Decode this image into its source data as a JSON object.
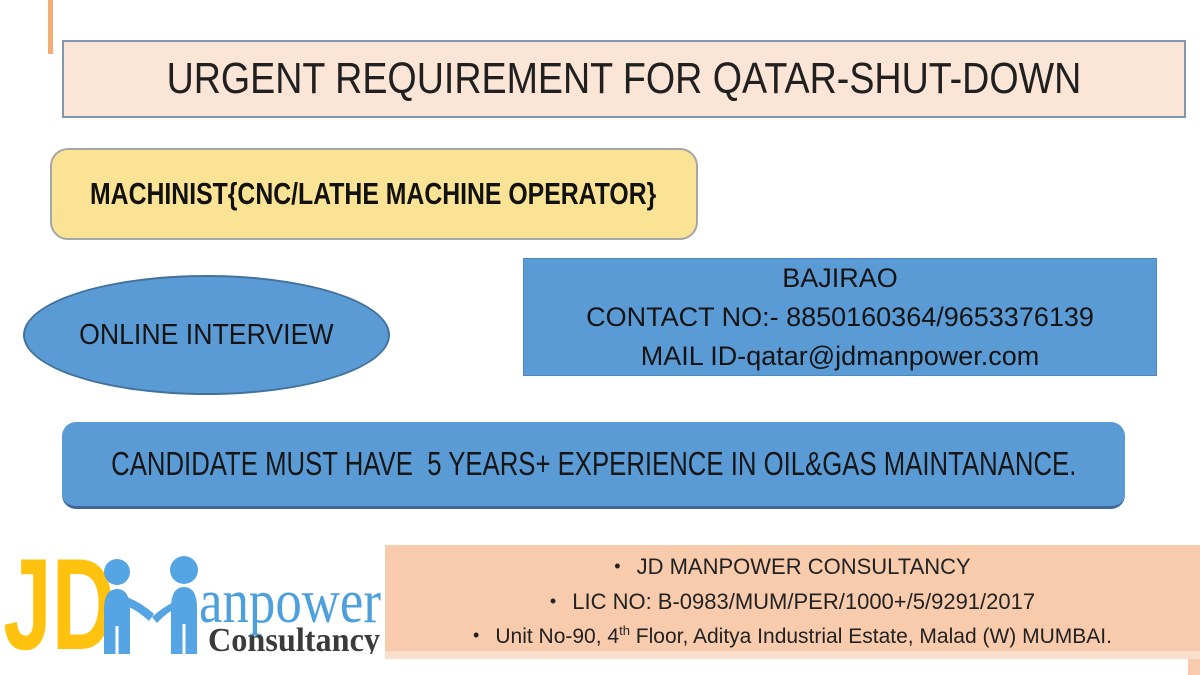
{
  "colors": {
    "peach-light": "#FBE5D6",
    "peach-dark": "#F8CBAD",
    "peach-shadow": "#FAE0CC",
    "accent-orange": "#F2AC76",
    "yellow": "#FAE394",
    "yellow-border": "#A6A6A6",
    "blue": "#5B9BD5",
    "blue-border": "#41719C",
    "header-border": "#8497B0",
    "text-dark": "#1F1F1F",
    "logo-gold": "#FFC20E",
    "logo-blue": "#55A4E4",
    "logo-text-blue": "#4EA0DD",
    "logo-text-dark": "#3B3B3B"
  },
  "header": {
    "title": "URGENT REQUIREMENT FOR QATAR-SHUT-DOWN"
  },
  "job": {
    "label": "MACHINIST{CNC/LATHE MACHINE OPERATOR}"
  },
  "interview": {
    "label": "ONLINE INTERVIEW"
  },
  "contact": {
    "name": "BAJIRAO",
    "phone": "CONTACT NO:- 8850160364/9653376139",
    "email": "MAIL ID-qatar@jdmanpower.com"
  },
  "requirement": {
    "text": "CANDIDATE MUST HAVE  5 YEARS+ EXPERIENCE IN OIL&GAS MAINTANANCE."
  },
  "logo": {
    "jd": "JD",
    "manpower": "anpower",
    "consultancy": "Consultancy"
  },
  "footer": {
    "bullet_char": "•",
    "line1": "JD MANPOWER CONSULTANCY",
    "line2": "LIC NO: B-0983/MUM/PER/1000+/5/9291/2017",
    "line3_prefix": "Unit No-90, 4",
    "line3_sup": "th",
    "line3_suffix": " Floor, Aditya Industrial Estate, Malad (W) MUMBAI."
  }
}
